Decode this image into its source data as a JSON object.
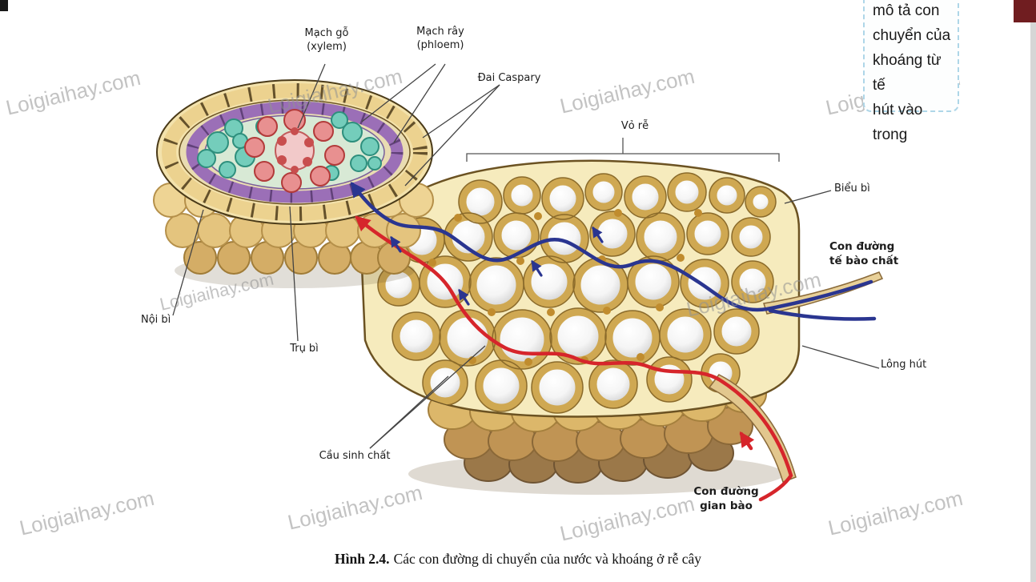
{
  "note_box": {
    "lines": [
      "mô tả con",
      "chuyển của",
      "khoáng từ tế",
      "hút vào trong"
    ]
  },
  "watermark": {
    "text": "Loigiaihay.com"
  },
  "diagram": {
    "labels": {
      "xylem": "Mạch gỗ\n(xylem)",
      "phloem": "Mạch rây\n(phloem)",
      "casparian": "Đai Caspary",
      "root_cortex": "Vỏ rễ",
      "epidermis": "Biểu bì",
      "symplast_path": "Con đường\ntế bào chất",
      "endodermis": "Nội bì",
      "pericycle": "Trụ bì",
      "plasmodesmata": "Cầu sinh chất",
      "root_hair": "Lông hút",
      "apoplast_path": "Con đường\ngian bào"
    },
    "colors": {
      "symplast_blue": "#2a3590",
      "apoplast_red": "#d6252b",
      "note_border": "#aed6e8",
      "corner_square": "#701d20",
      "watermark_gray": "#919191"
    }
  },
  "caption": {
    "figure": "Hình 2.4.",
    "text_rest": "Các con đường di chuyển của nước và khoáng ở rễ cây"
  }
}
